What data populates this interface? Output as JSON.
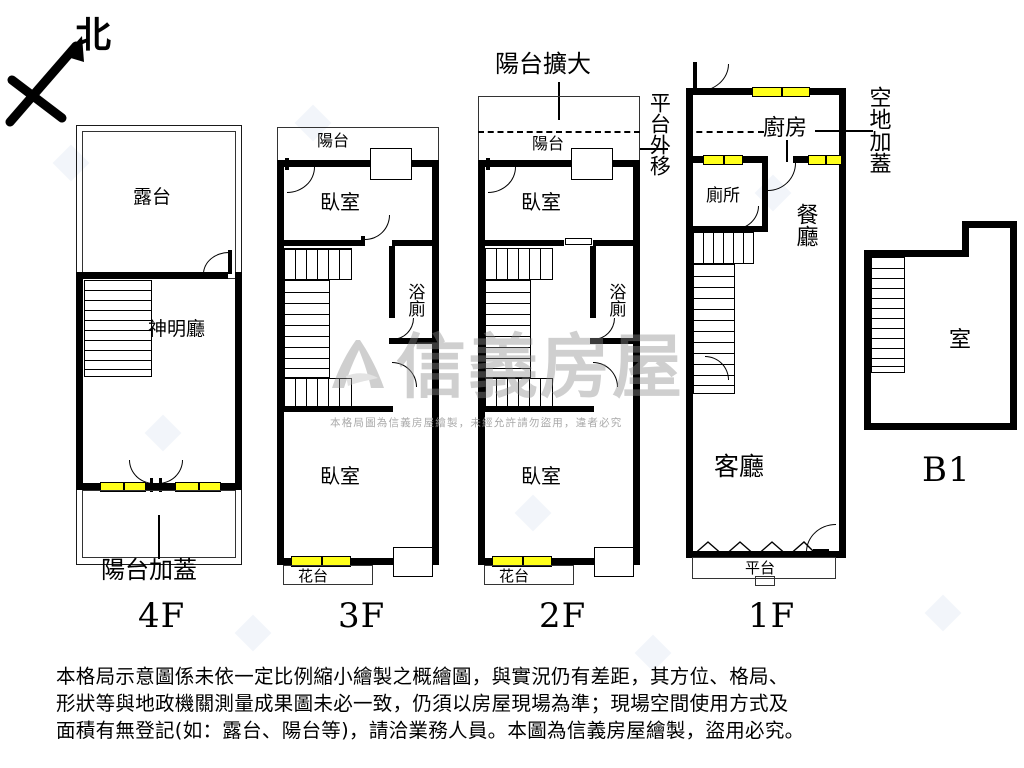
{
  "meta": {
    "title": "房屋格局示意圖",
    "compass_label": "北",
    "watermark_brand": "信義房屋",
    "watermark_notice": "本格局圖為信義房屋繪製，未經允許請勿盜用，違者必究"
  },
  "colors": {
    "wall": "#000000",
    "window_sash": "#ffff1a",
    "paper": "#ffffff",
    "watermark": "#8e8e8e"
  },
  "floors": [
    {
      "id": "4F",
      "label": "4F",
      "rooms": [
        "露台",
        "神明廳"
      ],
      "annotations": [
        "陽台加蓋"
      ]
    },
    {
      "id": "3F",
      "label": "3F",
      "rooms": [
        "陽台",
        "臥室",
        "浴廁",
        "臥室"
      ],
      "annotations": [
        "花台"
      ]
    },
    {
      "id": "2F",
      "label": "2F",
      "rooms": [
        "陽台",
        "臥室",
        "浴廁",
        "臥室"
      ],
      "annotations": [
        "陽台擴大",
        "平台外移",
        "花台"
      ]
    },
    {
      "id": "1F",
      "label": "1F",
      "rooms": [
        "廚房",
        "廁所",
        "餐廳",
        "客廳"
      ],
      "annotations": [
        "空地加蓋",
        "平台"
      ]
    },
    {
      "id": "B1",
      "label": "B1",
      "rooms": [
        "室"
      ],
      "annotations": []
    }
  ],
  "labels": {
    "north": "北",
    "terrace_4f": "露台",
    "shrine_hall_4f": "神明廳",
    "balcony_cover_4f": "陽台加蓋",
    "floor_4f": "4F",
    "balcony_3f": "陽台",
    "bedroom_3f_top": "臥室",
    "bath_3f": "浴廁",
    "bedroom_3f_bottom": "臥室",
    "planter_3f": "花台",
    "floor_3f": "3F",
    "balcony_expand_2f": "陽台擴大",
    "balcony_2f": "陽台",
    "platform_shift_2f": "平台外移",
    "bedroom_2f_top": "臥室",
    "bath_2f": "浴廁",
    "bedroom_2f_bottom": "臥室",
    "planter_2f": "花台",
    "floor_2f": "2F",
    "kitchen_1f": "廚房",
    "toilet_1f": "廁所",
    "dining_1f": "餐廳",
    "living_1f": "客廳",
    "vacant_cover_1f": "空地加蓋",
    "platform_1f": "平台",
    "floor_1f": "1F",
    "room_b1": "室",
    "floor_b1": "B1"
  },
  "disclaimer": {
    "line1": "本格局示意圖係未依一定比例縮小繪製之概繪圖，與實況仍有差距，其方位、格局、",
    "line2": "形狀等與地政機關測量成果圖未必一致，仍須以房屋現場為準；現場空間使用方式及",
    "line3": "面積有無登記(如：露台、陽台等)，請洽業務人員。本圖為信義房屋繪製，盜用必究。"
  }
}
